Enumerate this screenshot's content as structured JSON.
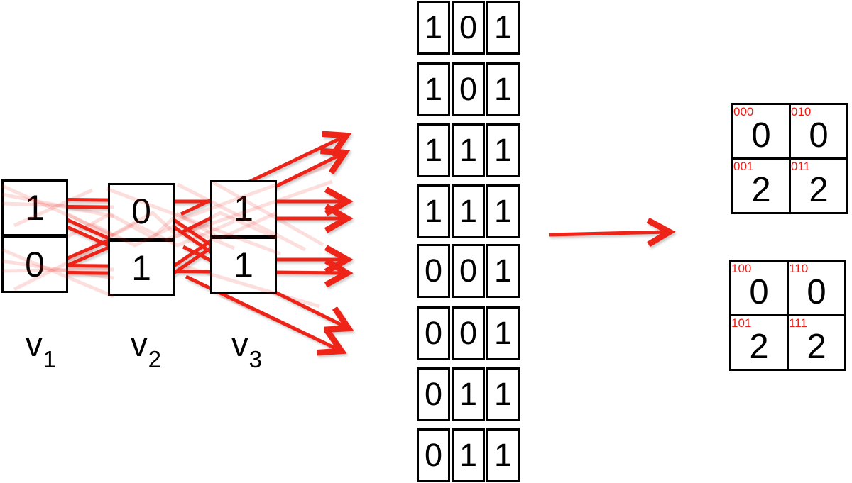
{
  "colors": {
    "accent_red": "#ee2418",
    "label_red": "#ee1c16",
    "box_border_black": "#000000",
    "background": "#ffffff"
  },
  "variables": [
    {
      "name": "v",
      "sub": "1",
      "cells": [
        "1",
        "0"
      ]
    },
    {
      "name": "v",
      "sub": "2",
      "cells": [
        "0",
        "1"
      ]
    },
    {
      "name": "v",
      "sub": "3",
      "cells": [
        "1",
        "1"
      ]
    }
  ],
  "observations": {
    "rows": [
      [
        "1",
        "0",
        "1"
      ],
      [
        "1",
        "0",
        "1"
      ],
      [
        "1",
        "1",
        "1"
      ],
      [
        "1",
        "1",
        "1"
      ],
      [
        "0",
        "0",
        "1"
      ],
      [
        "0",
        "0",
        "1"
      ],
      [
        "0",
        "1",
        "1"
      ],
      [
        "0",
        "1",
        "1"
      ]
    ]
  },
  "count_tables": [
    {
      "cells": [
        {
          "code": "000",
          "value": "0"
        },
        {
          "code": "010",
          "value": "0"
        },
        {
          "code": "001",
          "value": "2"
        },
        {
          "code": "011",
          "value": "2"
        }
      ]
    },
    {
      "cells": [
        {
          "code": "100",
          "value": "0"
        },
        {
          "code": "110",
          "value": "0"
        },
        {
          "code": "101",
          "value": "2"
        },
        {
          "code": "111",
          "value": "2"
        }
      ]
    }
  ]
}
